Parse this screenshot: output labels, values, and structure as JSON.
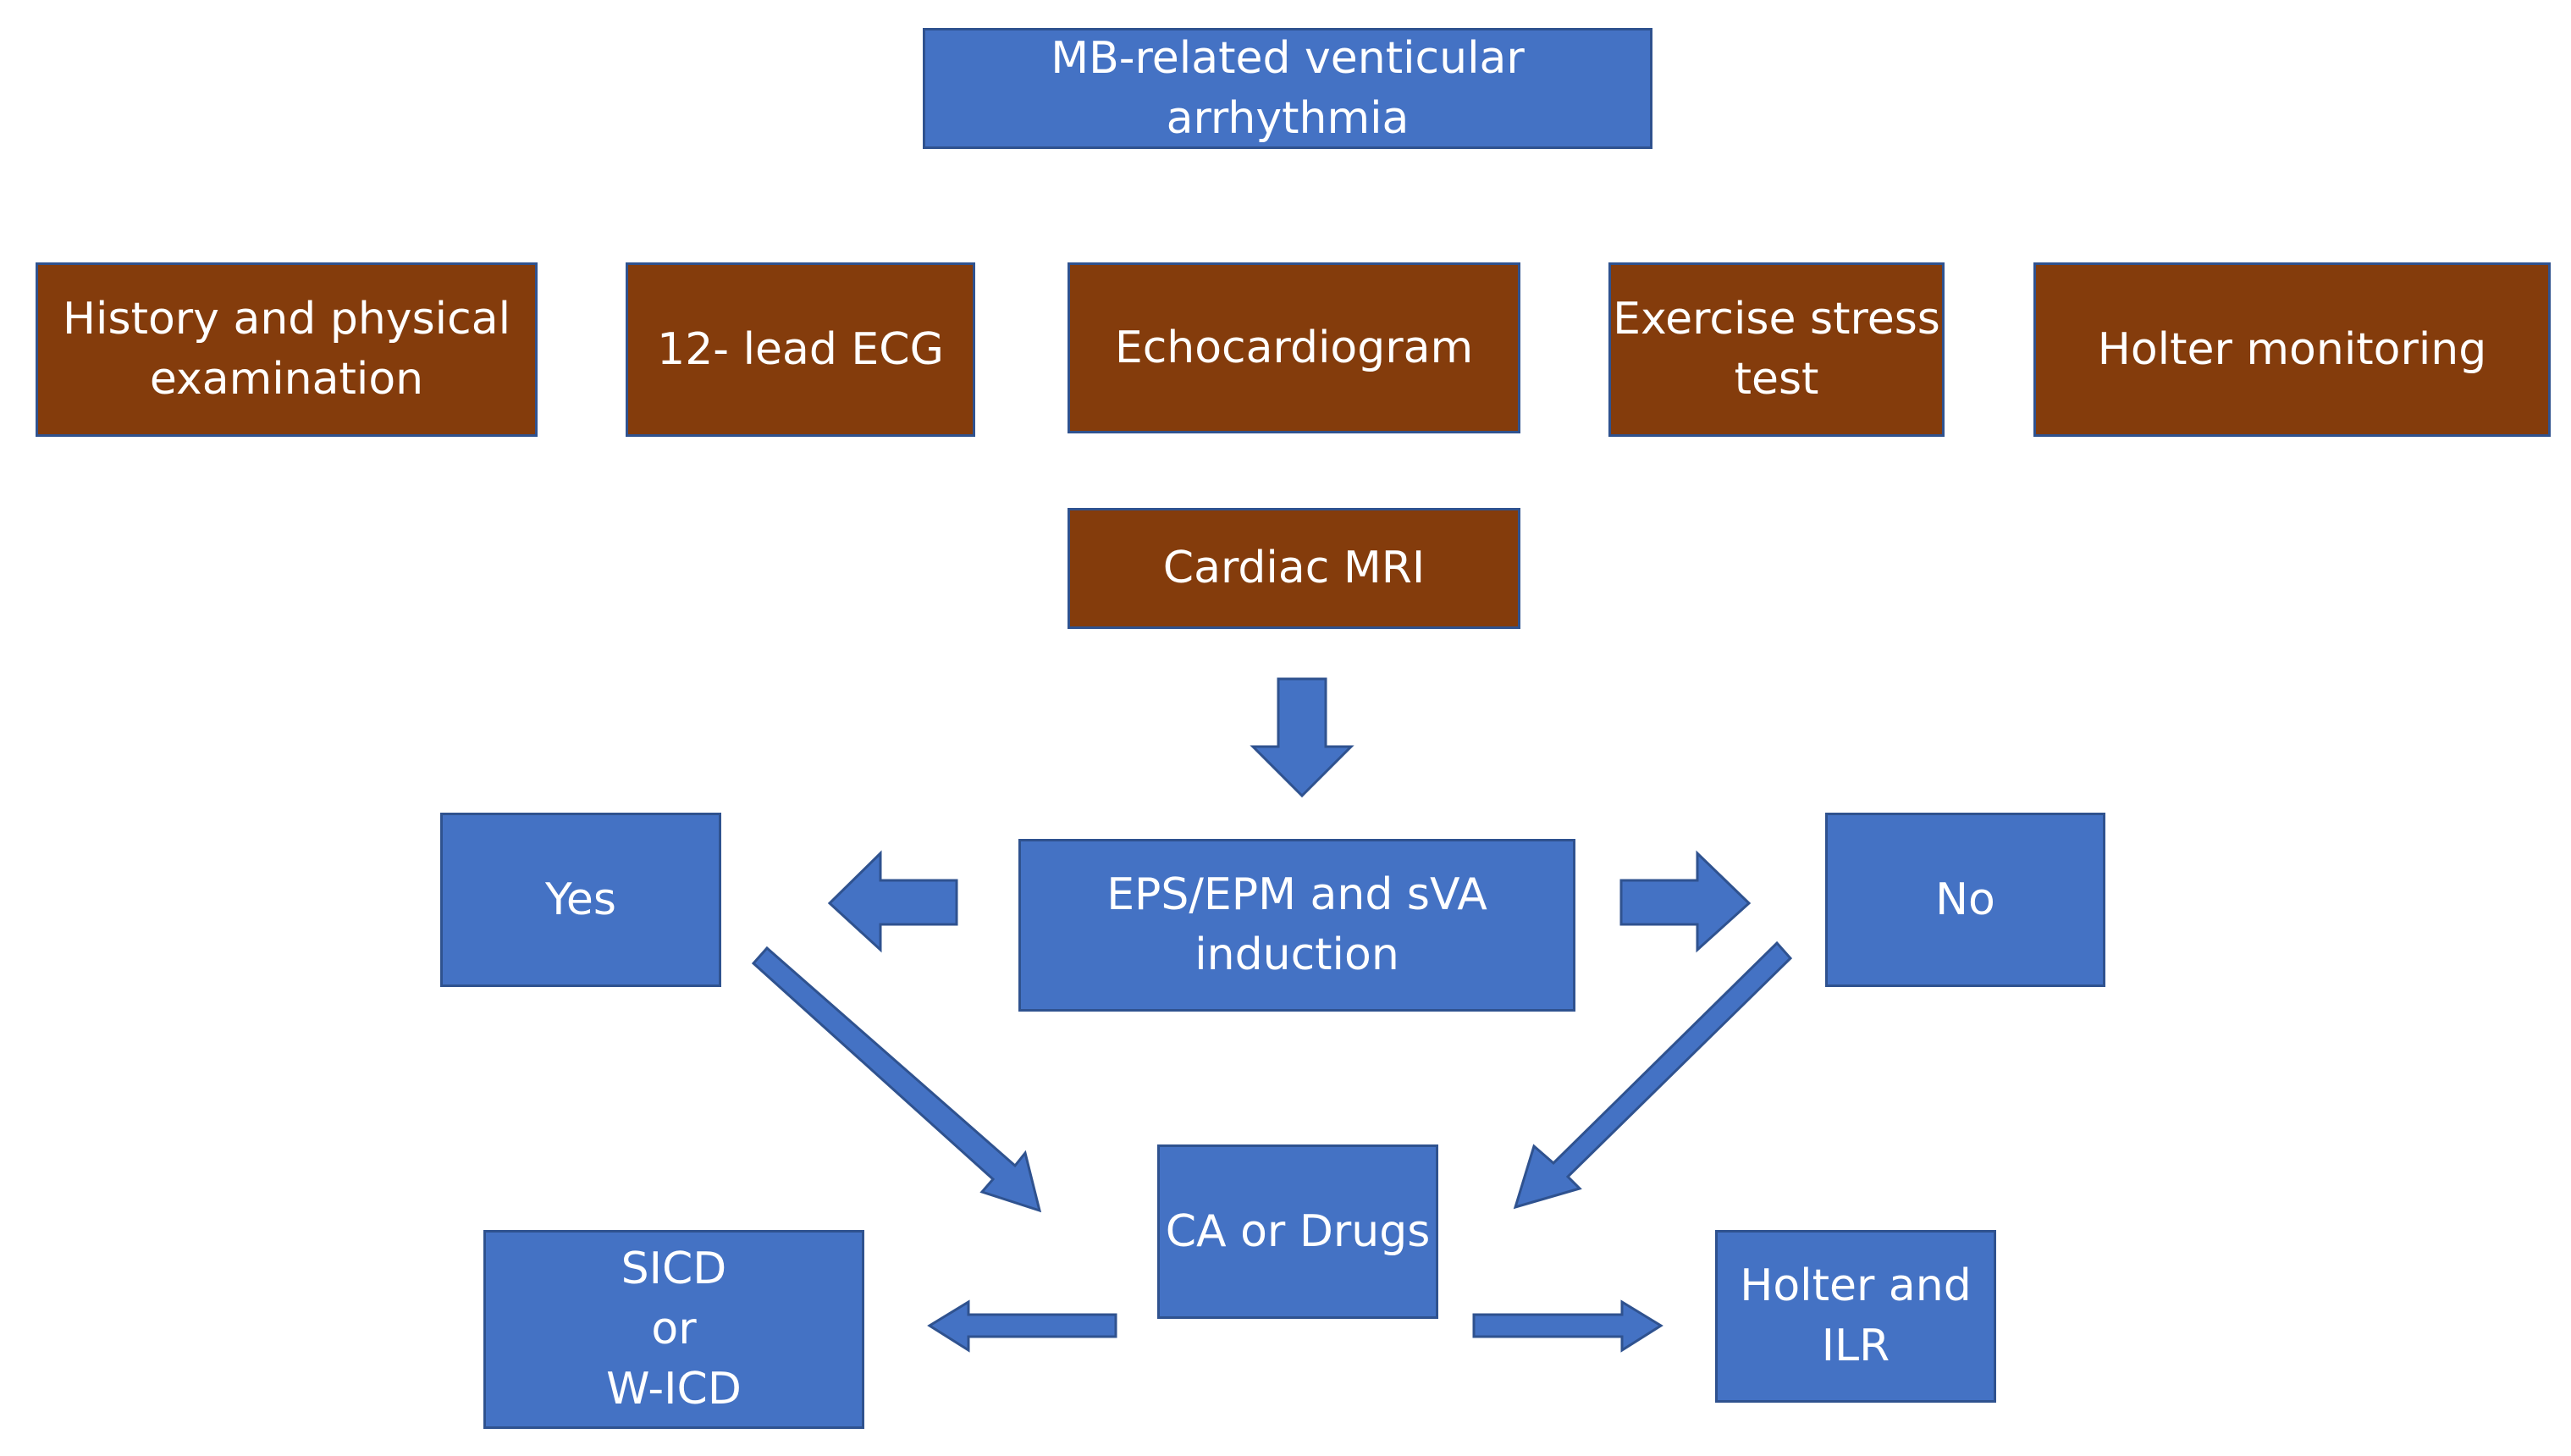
{
  "title": "MB-related venticular arrhythmia",
  "evaluation": {
    "history": "History and physical\nexamination",
    "ecg": "12- lead ECG",
    "echo": "Echocardiogram",
    "stress": "Exercise stress\ntest",
    "holter": "Holter monitoring",
    "mri": "Cardiac MRI"
  },
  "decision": {
    "eps": "EPS/EPM and sVA\ninduction",
    "yes": "Yes",
    "no": "No"
  },
  "treatment": {
    "ca": "CA or Drugs",
    "sicd": "SICD\nor\nW-ICD",
    "holter_ilr": "Holter and\nILR"
  },
  "colors": {
    "blue_box": "#4472C4",
    "brown_box": "#843C0C",
    "border": "#2F528F"
  }
}
